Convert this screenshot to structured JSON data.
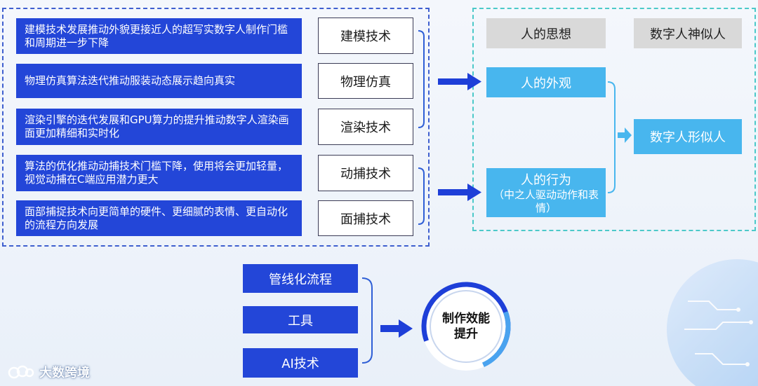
{
  "left_panel": {
    "rows": [
      {
        "desc": "建模技术发展推动外貌更接近人的超写实数字人制作门槛和周期进一步下降",
        "tech": "建模技术"
      },
      {
        "desc": "物理仿真算法迭代推动服装动态展示趋向真实",
        "tech": "物理仿真"
      },
      {
        "desc": "渲染引擎的迭代发展和GPU算力的提升推动数字人渲染画面更加精细和实时化",
        "tech": "渲染技术"
      },
      {
        "desc": "算法的优化推动动捕技术门槛下降，使用将会更加轻量，视觉动捕在C端应用潜力更大",
        "tech": "动捕技术"
      },
      {
        "desc": "面部捕捉技术向更简单的硬件、更细腻的表情、更自动化的流程方向发展",
        "tech": "面捕技术"
      }
    ]
  },
  "right_panel": {
    "header_left": "人的思想",
    "header_right": "数字人神似人",
    "appearance": "人的外观",
    "behavior": "人的行为",
    "behavior_sub": "（中之人驱动动作和表情）",
    "result": "数字人形似人"
  },
  "bottom": {
    "items": [
      "管线化流程",
      "工具",
      "AI技术"
    ],
    "circle_line1": "制作效能",
    "circle_line2": "提升"
  },
  "watermark": {
    "text": "大数跨境",
    "icon": "brand-logo-icon"
  },
  "colors": {
    "dark_blue": "#2346d8",
    "light_blue": "#48b6ee",
    "arrow_blue": "#1e3fd8",
    "grey": "#d9d9d9",
    "frame_left": "#3f5fcf",
    "frame_right": "#4cc9c9"
  }
}
